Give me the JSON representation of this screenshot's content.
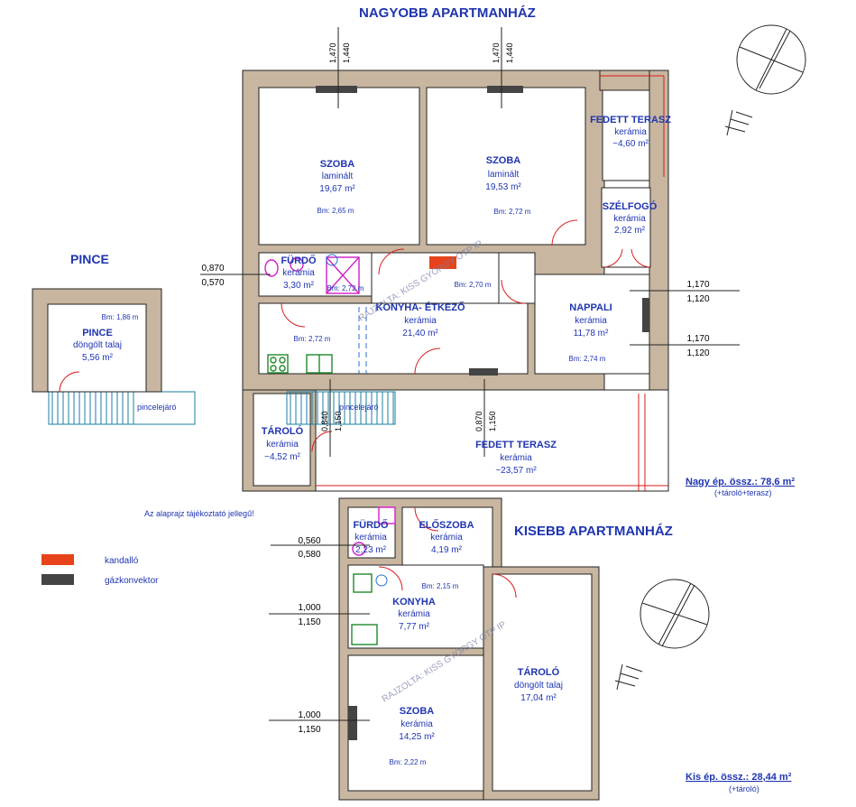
{
  "colors": {
    "text": "#1f35b0",
    "kandallo": "#e8431a",
    "gazkonvektor": "#444444",
    "wall": "#c8b6a0"
  },
  "headers": {
    "large_building": "NAGYOBB APARTMANHÁZ",
    "small_building": "KISEBB APARTMANHÁZ",
    "pince_section": "PINCE"
  },
  "rooms": {
    "szoba1": {
      "name": "SZOBA",
      "floor": "laminált",
      "area": "19,67 m²",
      "bm": "Bm: 2,65 m"
    },
    "szoba2": {
      "name": "SZOBA",
      "floor": "laminált",
      "area": "19,53 m²",
      "bm": "Bm: 2,72 m"
    },
    "fedett_terasz_top": {
      "name": "FEDETT TERASZ",
      "floor": "kerámia",
      "area": "~4,60 m²"
    },
    "szelfogo": {
      "name": "SZÉLFOGÓ",
      "floor": "kerámia",
      "area": "2,92 m²"
    },
    "furdo1": {
      "name": "FÜRDŐ",
      "floor": "kerámia",
      "area": "3,30 m²",
      "bm": "Bm: 2,72 m"
    },
    "konyha_etkezo": {
      "name": "KONYHA- ÉTKEZŐ",
      "floor": "kerámia",
      "area": "21,40 m²",
      "bm": "Bm: 2,72 m",
      "bm2": "Bm: 2,70 m"
    },
    "nappali": {
      "name": "NAPPALI",
      "floor": "kerámia",
      "area": "11,78 m²",
      "bm": "Bm: 2,74 m"
    },
    "tarolo1": {
      "name": "TÁROLÓ",
      "floor": "kerámia",
      "area": "~4,52 m²"
    },
    "fedett_terasz_bottom": {
      "name": "FEDETT TERASZ",
      "floor": "kerámia",
      "area": "~23,57 m²"
    },
    "pince": {
      "name": "PINCE",
      "floor": "döngölt talaj",
      "area": "5,56 m²",
      "bm": "Bm: 1,86 m"
    },
    "furdo2": {
      "name": "FÜRDŐ",
      "floor": "kerámia",
      "area": "2,23 m²"
    },
    "eloszoba": {
      "name": "ELŐSZOBA",
      "floor": "kerámia",
      "area": "4,19 m²"
    },
    "konyha2": {
      "name": "KONYHA",
      "floor": "kerámia",
      "area": "7,77 m²",
      "bm": "Bm: 2,15 m"
    },
    "tarolo2": {
      "name": "TÁROLÓ",
      "floor": "döngölt talaj",
      "area": "17,04 m²"
    },
    "szoba3": {
      "name": "SZOBA",
      "floor": "kerámia",
      "area": "14,25 m²",
      "bm": "Bm: 2,22 m"
    }
  },
  "labels": {
    "pincelejaro1": "pincelejáró",
    "pincelejaro2": "pincelejáró",
    "disclaimer": "Az alaprajz tájékoztató jellegű!"
  },
  "legend": [
    {
      "label": "kandalló",
      "color": "#e8431a"
    },
    {
      "label": "gázkonvektor",
      "color": "#444444"
    }
  ],
  "dimensions": {
    "top1": [
      "1,470",
      "1,440"
    ],
    "top2": [
      "1,470",
      "1,440"
    ],
    "left_fur": [
      "0,870",
      "0,570"
    ],
    "right_a": [
      "1,170",
      "1,120"
    ],
    "right_b": [
      "1,170",
      "1,120"
    ],
    "mid_tarolo": [
      "0,840",
      "1,150"
    ],
    "mid_terasz": [
      "0,870",
      "1,150"
    ],
    "small_a": [
      "0,560",
      "0,580"
    ],
    "small_b": [
      "1,000",
      "1,150"
    ],
    "small_c": [
      "1,000",
      "1,150"
    ]
  },
  "totals": {
    "large": "Nagy ép. össz.: 78,6 m²",
    "large_sub": "(+tároló+terasz)",
    "small": "Kis ép. össz.: 28,44 m²",
    "small_sub": "(+tároló)"
  },
  "watermark": "RAJZOLTA: KISS GYÖRGY OTP IP",
  "icons": [
    "north-arrow-icon",
    "fireplace-icon",
    "gas-heater-icon",
    "toilet-icon",
    "sink-icon",
    "shower-icon",
    "stove-icon",
    "boiler-icon"
  ]
}
